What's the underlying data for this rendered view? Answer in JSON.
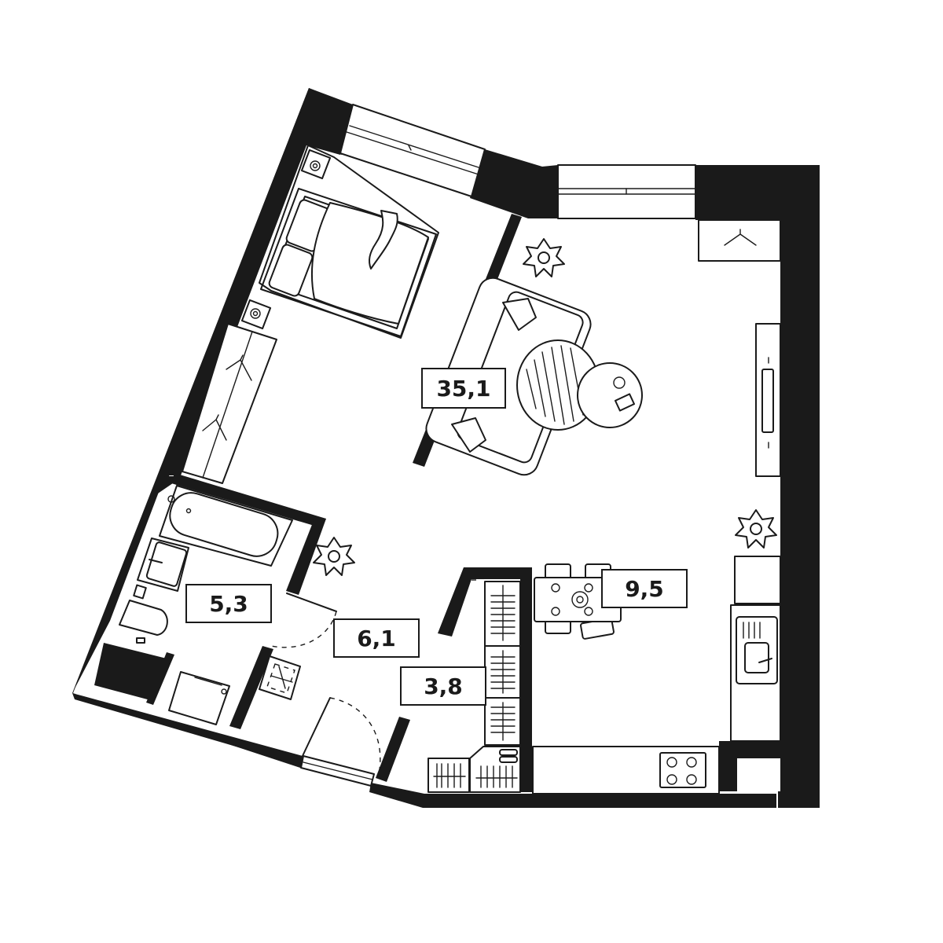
{
  "rooms": {
    "living_room": {
      "area": "35,1"
    },
    "kitchen": {
      "area": "9,5"
    },
    "bathroom": {
      "area": "5,3"
    },
    "hallway": {
      "area": "6,1"
    },
    "wardrobe": {
      "area": "3,8"
    }
  },
  "colors": {
    "wall": "#1a1a1a",
    "background": "#ffffff"
  }
}
